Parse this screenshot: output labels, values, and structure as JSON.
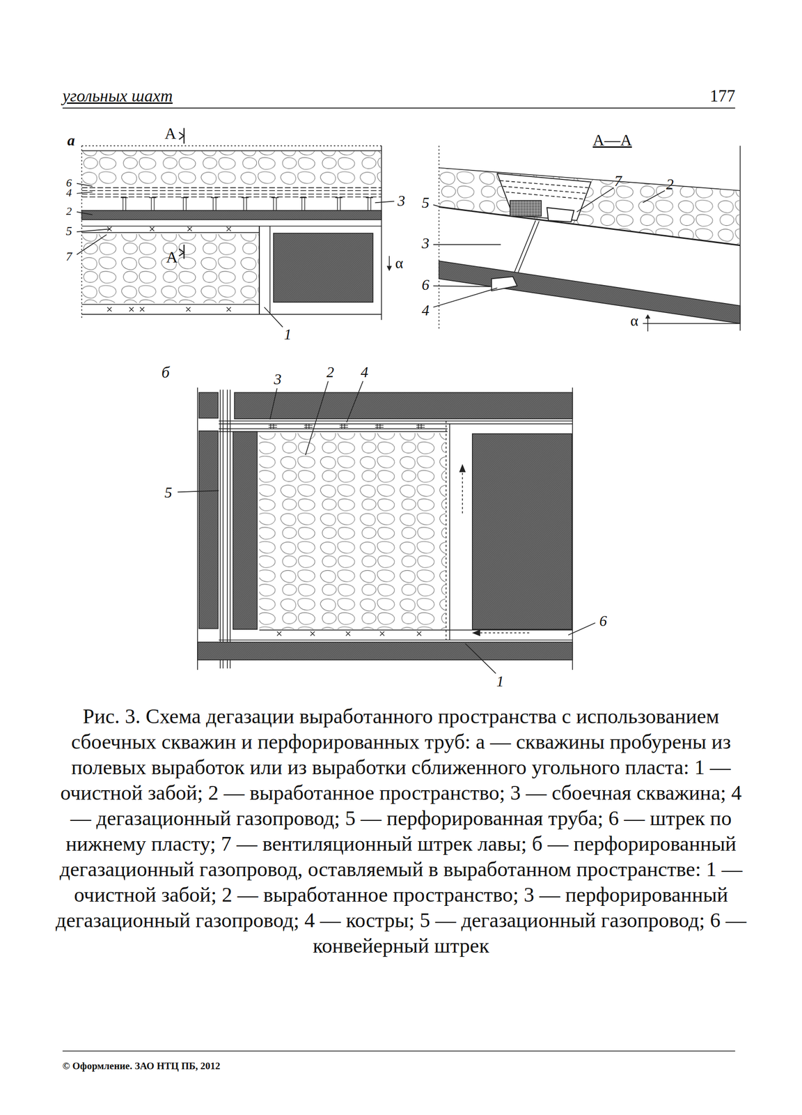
{
  "diagram": {
    "caption": "Рис. 3. Схема дегазации выработанного пространства с использованием сбоечных скважин и перфорированных труб: а — скважины пробурены из полевых выработок или из выработки сближенного угольного пласта: 1 — очистной забой; 2 — выработанное пространство; 3 — сбоечная скважина; 4 — дегазационный газопровод; 5 — перфорированная труба; 6 — штрек по нижнему пласту; 7 — вентиляционный штрек лавы; б — перфорированный дегазационный газопровод, оставляемый в выработанном пространстве: 1 — очистной забой; 2 — выработанное пространство; 3 — перфорированный дегазационный газопровод; 4 — костры; 5 — дегазационный газопровод; 6 — конвейерный штрек",
    "labels": [
      "угольных шахт",
      "177",
      "а",
      "А",
      "6",
      "4",
      "2",
      "5",
      "7",
      "А",
      "3",
      "α",
      "1",
      "А—А",
      "7",
      "2",
      "5",
      "3",
      "6",
      "4",
      "α",
      "б",
      "3",
      "2",
      "4",
      "5",
      "6",
      "1",
      "© Оформление. ЗАО НТЦ ПБ, 2012"
    ]
  }
}
